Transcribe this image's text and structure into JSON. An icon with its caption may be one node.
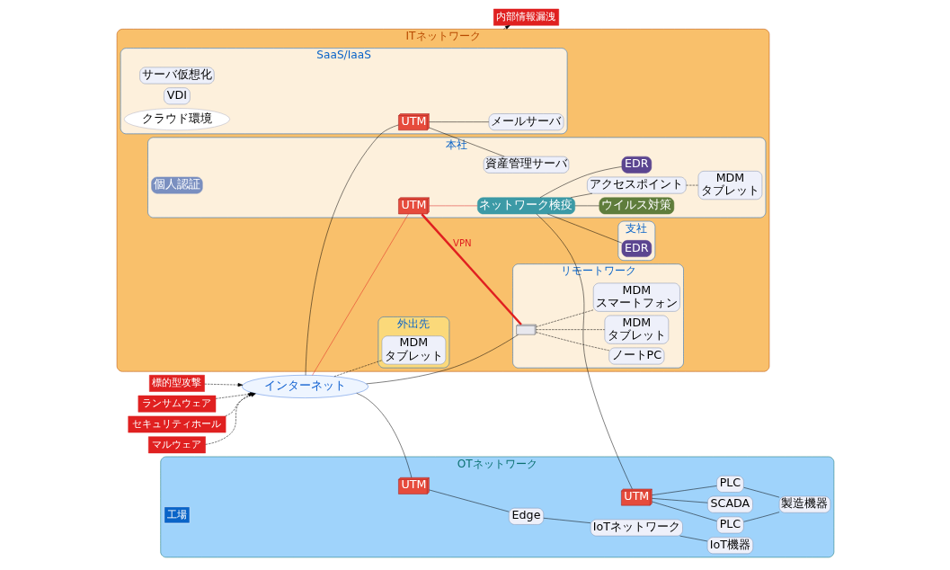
{
  "diagram": {
    "nodes": [
      {
        "text": [
          "インターネット"
        ]
      },
      {
        "text": [
          "セキュリティホール"
        ]
      },
      {
        "text": [
          "マルウェア"
        ]
      },
      {
        "text": [
          "標的型攻撃"
        ]
      },
      {
        "text": [
          "ランサムウェア"
        ]
      },
      {
        "text": [
          "内部情報漏洩"
        ]
      },
      {
        "text": [
          "ITネットワーク"
        ]
      },
      {
        "text": [
          "SaaS/IaaS"
        ],
        "in": 6
      },
      {
        "text": [
          "本社"
        ],
        "in": 6
      },
      {
        "text": [
          "支社"
        ],
        "in": 6
      },
      {
        "text": [
          "外出先"
        ],
        "in": 6
      },
      {
        "text": [
          "リモートワーク"
        ],
        "in": 6
      },
      {
        "text": [
          "OTネットワーク"
        ]
      },
      {
        "text": [
          "工場"
        ],
        "in": 12
      },
      {
        "text": [
          "UTM"
        ],
        "in": 7
      },
      {
        "text": [
          "UTM"
        ],
        "in": 8
      },
      {
        "text": [
          "UTM"
        ],
        "in": 12
      },
      {
        "text": [
          "UTM"
        ],
        "in": 12
      },
      {
        "text": [
          "サーバ仮想化"
        ],
        "in": 7
      },
      {
        "text": [
          "VDI"
        ],
        "in": 7
      },
      {
        "text": [
          "クラウド環境"
        ],
        "in": 7
      },
      {
        "text": [
          "メールサーバ"
        ],
        "in": 7
      },
      {
        "text": [
          "資産管理サーバ"
        ],
        "in": 8
      },
      {
        "text": [
          "ネットワーク検疫"
        ],
        "in": 8
      },
      {
        "text": [
          "個人認証"
        ],
        "in": 8
      },
      {
        "text": [
          "ウイルス対策"
        ],
        "in": 8
      },
      {
        "text": [
          "アクセスポイント"
        ],
        "in": 8
      },
      {
        "text": [
          "EDR"
        ],
        "in": 8
      },
      {
        "text": [
          "MDM",
          "タブレット"
        ],
        "in": 8
      },
      {
        "text": [
          "EDR"
        ],
        "in": 9
      },
      {
        "text": [
          "MDM",
          "タブレット"
        ],
        "in": 10
      },
      {
        "text": [
          "ノートPC"
        ],
        "in": 11
      },
      {
        "text": [
          "MDM",
          "タブレット"
        ],
        "in": 11
      },
      {
        "text": [
          "MDM",
          "スマートフォン"
        ],
        "in": 11
      },
      {
        "text": [],
        "shape": "box",
        "in": 11
      },
      {
        "text": [
          "Edge"
        ],
        "in": 12
      },
      {
        "text": [
          "IoTネットワーク"
        ],
        "in": 12
      },
      {
        "text": [
          "IoT機器"
        ],
        "in": 12
      },
      {
        "text": [
          "SCADA"
        ],
        "in": 12
      },
      {
        "text": [
          "PLC"
        ],
        "in": 12
      },
      {
        "text": [
          "PLC"
        ],
        "in": 12
      },
      {
        "text": [
          "製造機器"
        ],
        "in": 12
      }
    ],
    "edges": [
      {
        "from": 1,
        "to": 0,
        "arrow": "to",
        "style": "dashed"
      },
      {
        "from": 2,
        "to": 0,
        "arrow": "to",
        "style": "dashed"
      },
      {
        "from": 3,
        "to": 0,
        "arrow": "to",
        "style": "dashed"
      },
      {
        "from": 4,
        "to": 0,
        "arrow": "to",
        "style": "dashed"
      },
      {
        "from": 6,
        "to": 5,
        "arrow": "to",
        "style": "dashed"
      },
      {
        "from": 0,
        "to": 14,
        "arrow": "none"
      },
      {
        "from": 0,
        "to": 15,
        "arrow": "none",
        "color": "#e02020"
      },
      {
        "from": 0,
        "to": 30,
        "arrow": "none",
        "style": "dashed"
      },
      {
        "from": 0,
        "to": 34,
        "arrow": "none"
      },
      {
        "from": 15,
        "to": 34,
        "arrow": "none",
        "label": "VPN",
        "style": "thick",
        "color": "#e02020"
      },
      {
        "from": 14,
        "to": 21,
        "arrow": "none"
      },
      {
        "from": 14,
        "to": 22,
        "arrow": "none"
      },
      {
        "from": 15,
        "to": 23,
        "arrow": "none",
        "color": "#e02020"
      },
      {
        "from": 23,
        "to": 25,
        "arrow": "none"
      },
      {
        "from": 23,
        "to": 26,
        "arrow": "none"
      },
      {
        "from": 23,
        "to": 27,
        "arrow": "none"
      },
      {
        "from": 23,
        "to": 29,
        "arrow": "none"
      },
      {
        "from": 23,
        "to": 16,
        "arrow": "none"
      },
      {
        "from": 26,
        "to": 28,
        "arrow": "none",
        "style": "dashed"
      },
      {
        "from": 34,
        "to": 31,
        "arrow": "none",
        "style": "dashed"
      },
      {
        "from": 34,
        "to": 32,
        "arrow": "none",
        "style": "dashed"
      },
      {
        "from": 34,
        "to": 33,
        "arrow": "none",
        "style": "dashed"
      },
      {
        "from": 0,
        "to": 17,
        "arrow": "none"
      },
      {
        "from": 17,
        "to": 35,
        "arrow": "none"
      },
      {
        "from": 35,
        "to": 36,
        "arrow": "none"
      },
      {
        "from": 36,
        "to": 37,
        "arrow": "none"
      },
      {
        "from": 16,
        "to": 38,
        "arrow": "none"
      },
      {
        "from": 16,
        "to": 39,
        "arrow": "none"
      },
      {
        "from": 16,
        "to": 40,
        "arrow": "none"
      },
      {
        "from": 39,
        "to": 41,
        "arrow": "none"
      },
      {
        "from": 40,
        "to": 41,
        "arrow": "none"
      }
    ]
  }
}
